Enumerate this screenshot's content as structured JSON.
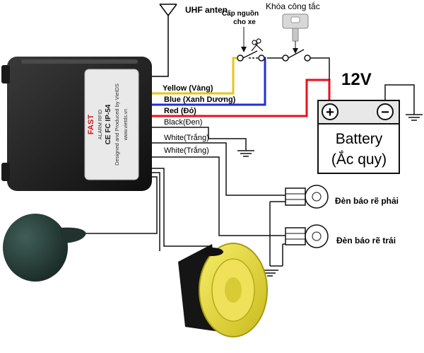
{
  "labels": {
    "antenna": "UHF anten",
    "power_cut_line1": "Cấp nguồn",
    "power_cut_line2": "cho xe",
    "key_switch": "Khóa công tắc",
    "voltage": "12V",
    "battery_line1": "Battery",
    "battery_line2": "(Ắc quy)",
    "turn_right": "Đèn báo rẽ phải",
    "turn_left": "Đèn báo rẽ trái"
  },
  "wires": [
    {
      "label": "Yellow (Vàng)",
      "color": "#e6c619"
    },
    {
      "label": "Blue (Xanh Dương)",
      "color": "#1f2fd6"
    },
    {
      "label": "Red (Đỏ)",
      "color": "#e8101c"
    },
    {
      "label": "Black(Đen)",
      "color": "#111111"
    },
    {
      "label": "White(Trắng)",
      "color": "#111111"
    },
    {
      "label": "White(Trắng)",
      "color": "#111111"
    }
  ],
  "module_label": {
    "brand": "FAST",
    "model": "ALARM RFID",
    "cert": "CE FC IP-54",
    "maker": "Designed and Produced by VietDS",
    "web": "www.vietds.vn"
  },
  "battery_terminals": {
    "positive": "+",
    "negative": "−"
  }
}
